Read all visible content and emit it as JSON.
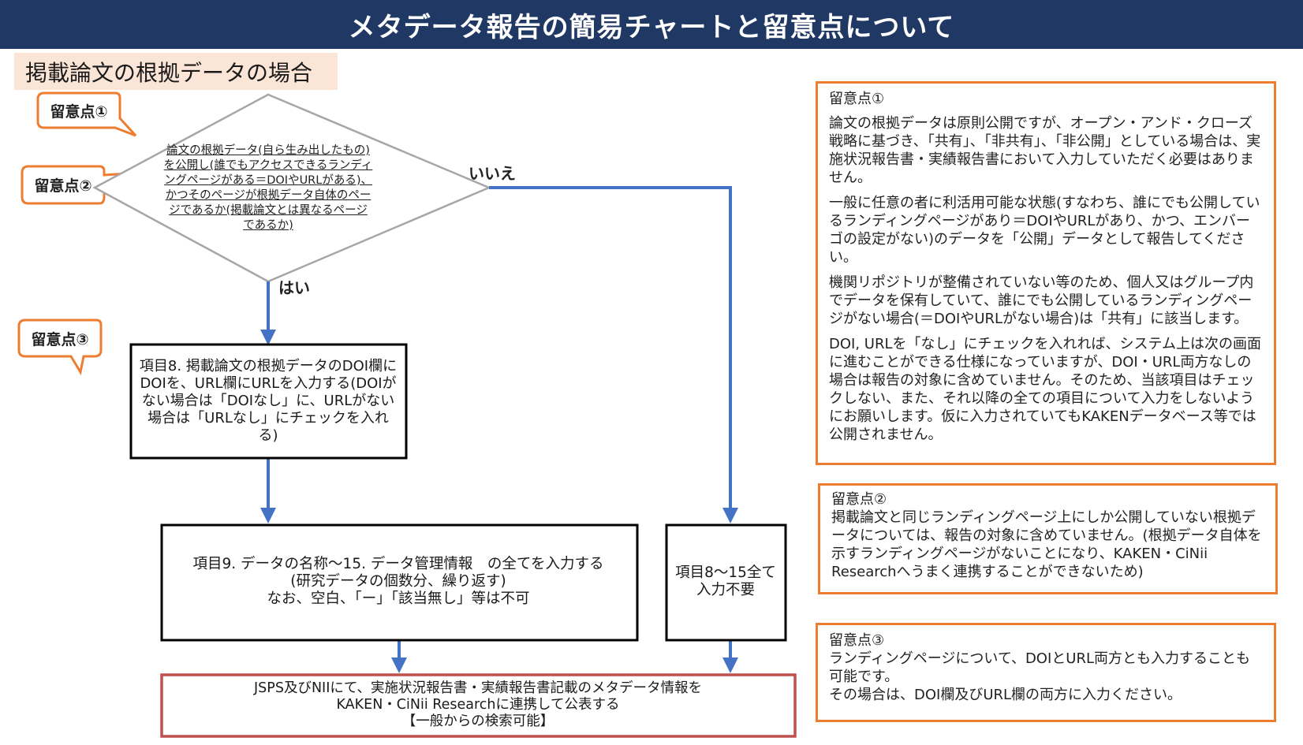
{
  "header": {
    "title": "メタデータ報告の簡易チャートと留意点について"
  },
  "subtitle": "掲載論文の根拠データの場合",
  "callouts": [
    "留意点①",
    "留意点②",
    "留意点③"
  ],
  "decision": {
    "lines": [
      "論文の根拠データ(自ら生み出したもの)",
      "を公開し(誰でもアクセスできるランディ",
      "ングページがある＝DOIやURLがある)、",
      "かつそのページが根拠データ自体のペー",
      "ジであるか(掲載論文とは異なるページ",
      "であるか)"
    ],
    "yes_label": "はい",
    "no_label": "いいえ"
  },
  "boxes": {
    "item8": "項目8. 掲載論文の根拠データのDOI欄にDOIを、URL欄にURLを入力する(DOIがない場合は「DOIなし」に、URLがない場合は「URLなし」にチェックを入れる)",
    "item9": [
      "項目9. データの名称～15. データ管理情報　の全てを入力する",
      "(研究データの個数分、繰り返す)",
      "なお、空白、「ー」「該当無し」等は不可"
    ],
    "item8to15": [
      "項目8～15全て",
      "入力不要"
    ],
    "final": [
      "JSPS及びNIIにて、実施状況報告書・実績報告書記載のメタデータ情報を",
      "KAKEN・CiNii Researchに連携して公表する",
      "【一般からの検索可能】"
    ]
  },
  "notes": {
    "note1": {
      "title": "留意点①",
      "paras": [
        "論文の根拠データは原則公開ですが、オープン・アンド・クローズ戦略に基づき、「共有」、「非共有」、「非公開」としている場合は、実施状況報告書・実績報告書において入力していただく必要はありません。",
        "一般に任意の者に利活用可能な状態(すなわち、誰にでも公開しているランディングページがあり＝DOIやURLがあり、かつ、エンバーゴの設定がない)のデータを「公開」データとして報告してください。",
        "機関リポジトリが整備されていない等のため、個人又はグループ内でデータを保有していて、誰にでも公開しているランディングページがない場合(＝DOIやURLがない場合)は「共有」に該当します。",
        "DOI, URLを「なし」にチェックを入れれば、システム上は次の画面に進むことができる仕様になっていますが、DOI・URL両方なしの場合は報告の対象に含めていません。そのため、当該項目はチェックしない、また、それ以降の全ての項目について入力をしないようにお願いします。仮に入力されていてもKAKENデータベース等では公開されません。"
      ]
    },
    "note2": {
      "title": "留意点②",
      "body": "掲載論文と同じランディングページ上にしか公開していない根拠データについては、報告の対象に含めていません。(根拠データ自体を示すランディングページがないことになり、KAKEN・CiNii Researchへうまく連携することができないため)"
    },
    "note3": {
      "title": "留意点③",
      "body": [
        "ランディングページについて、DOIとURL両方とも入力することも可能です。",
        "その場合は、DOI欄及びURL欄の両方に入力ください。"
      ]
    }
  },
  "colors": {
    "header_bg": "#1f3864",
    "subtitle_bg": "#fbe5d6",
    "callout_border": "#ed7d31",
    "arrow": "#4472c4",
    "final_border": "#c0504d"
  }
}
